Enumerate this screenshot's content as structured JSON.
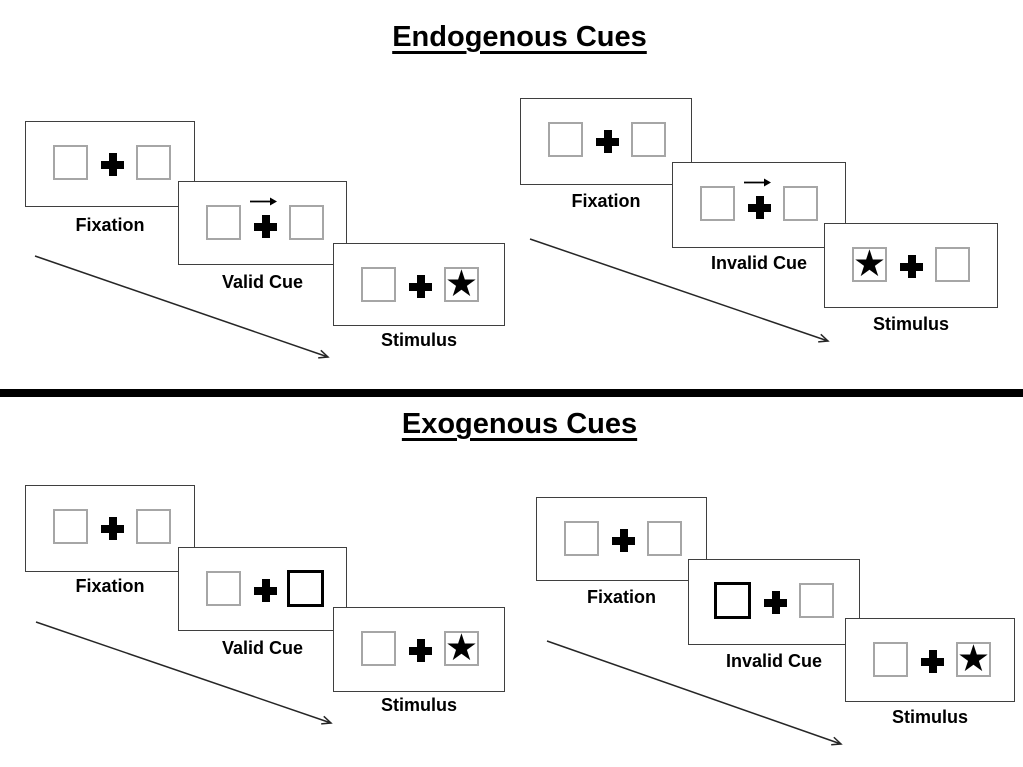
{
  "sections": [
    {
      "title": "Endogenous Cues",
      "sequences": [
        {
          "name": "valid",
          "panels": [
            {
              "label": "Fixation",
              "cue": "none",
              "star_side": "none"
            },
            {
              "label": "Valid Cue",
              "cue": "arrow-right",
              "star_side": "none"
            },
            {
              "label": "Stimulus",
              "cue": "none",
              "star_side": "right"
            }
          ]
        },
        {
          "name": "invalid",
          "panels": [
            {
              "label": "Fixation",
              "cue": "none",
              "star_side": "none"
            },
            {
              "label": "Invalid Cue",
              "cue": "arrow-right",
              "star_side": "none"
            },
            {
              "label": "Stimulus",
              "cue": "none",
              "star_side": "left"
            }
          ]
        }
      ]
    },
    {
      "title": "Exogenous Cues",
      "sequences": [
        {
          "name": "valid",
          "panels": [
            {
              "label": "Fixation",
              "cue": "none",
              "star_side": "none"
            },
            {
              "label": "Valid Cue",
              "cue": "bold-box-right",
              "star_side": "none"
            },
            {
              "label": "Stimulus",
              "cue": "none",
              "star_side": "right"
            }
          ]
        },
        {
          "name": "invalid",
          "panels": [
            {
              "label": "Fixation",
              "cue": "none",
              "star_side": "none"
            },
            {
              "label": "Invalid Cue",
              "cue": "bold-box-left",
              "star_side": "none"
            },
            {
              "label": "Stimulus",
              "cue": "none",
              "star_side": "right"
            }
          ]
        }
      ]
    }
  ],
  "glyphs": {
    "star": "★",
    "fixation_cross": "✚"
  },
  "colors": {
    "background": "#ffffff",
    "panel_border": "#3f3f3f",
    "square_border": "#a6a6a6",
    "ink": "#000000",
    "divider": "#000000"
  }
}
